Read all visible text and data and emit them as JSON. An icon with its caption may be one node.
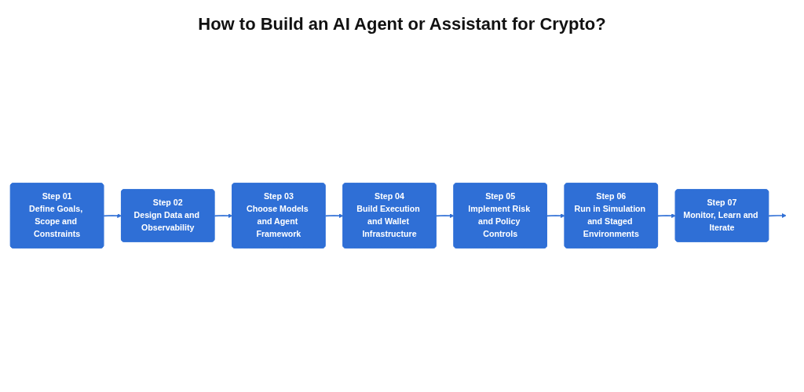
{
  "diagram": {
    "title": "How to Build an AI Agent or Assistant for Crypto?",
    "nodes": [
      {
        "text": [
          "Step 01",
          "Define Goals, Scope and Constraints"
        ]
      },
      {
        "text": [
          "Step 02",
          "Design Data and Observability"
        ]
      },
      {
        "text": [
          "Step 03",
          "Choose Models and Agent Framework"
        ]
      },
      {
        "text": [
          "Step 04",
          "Build Execution and Wallet Infrastructure"
        ]
      },
      {
        "text": [
          "Step 05",
          "Implement Risk and Policy Controls"
        ]
      },
      {
        "text": [
          "Step 06",
          "Run in Simulation and Staged Environments"
        ]
      },
      {
        "text": [
          "Step 07",
          "Monitor, Learn and Iterate"
        ]
      }
    ],
    "edges": [
      {
        "from": 0,
        "to": 1,
        "arrow": "to"
      },
      {
        "from": 1,
        "to": 2,
        "arrow": "to"
      },
      {
        "from": 2,
        "to": 3,
        "arrow": "to"
      },
      {
        "from": 3,
        "to": 4,
        "arrow": "to"
      },
      {
        "from": 4,
        "to": 5,
        "arrow": "to"
      },
      {
        "from": 5,
        "to": 6,
        "arrow": "to"
      },
      {
        "from": 6,
        "to": null,
        "arrow": "to"
      }
    ]
  }
}
